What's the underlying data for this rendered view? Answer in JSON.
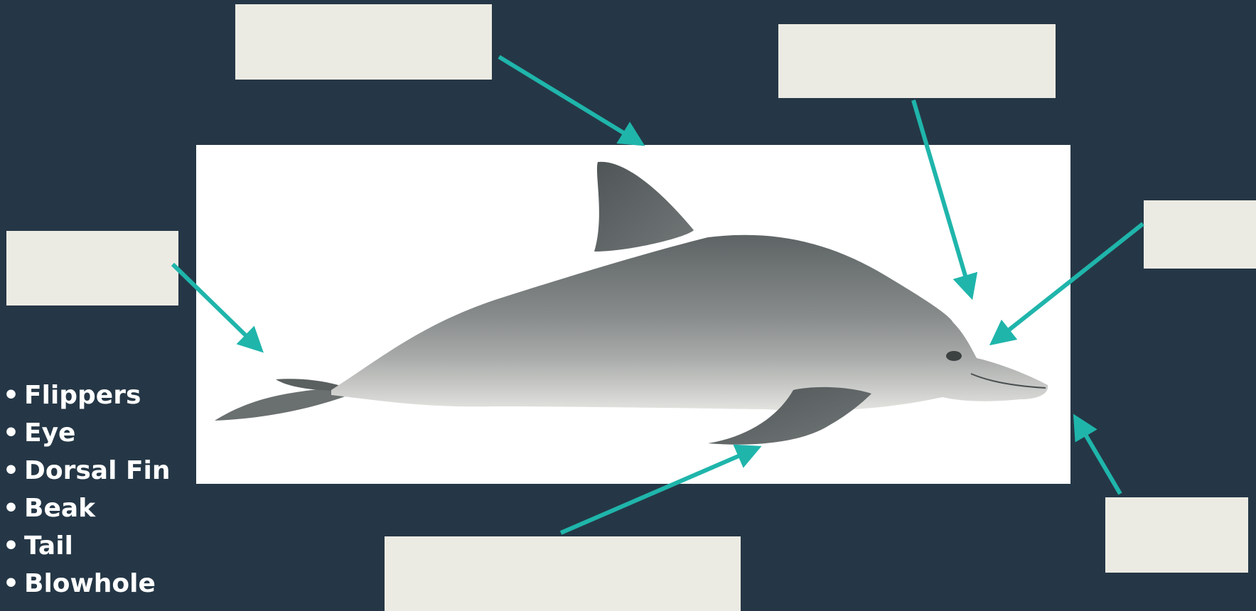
{
  "word_bank": {
    "bullet": "•",
    "items": [
      "Flippers",
      "Eye",
      "Dorsal Fin",
      "Beak",
      "Tail",
      "Blowhole"
    ]
  },
  "colors": {
    "background": "#253746",
    "label_box": "#ecebe3",
    "arrow": "#1fb5ab",
    "photo_panel": "#ffffff",
    "dolphin_body": "#7c8081",
    "dolphin_belly": "#e3e4e0"
  },
  "label_boxes": [
    {
      "id": "dorsal-fin",
      "text": ""
    },
    {
      "id": "blowhole",
      "text": ""
    },
    {
      "id": "tail",
      "text": ""
    },
    {
      "id": "eye",
      "text": ""
    },
    {
      "id": "beak",
      "text": ""
    },
    {
      "id": "flippers",
      "text": ""
    }
  ]
}
